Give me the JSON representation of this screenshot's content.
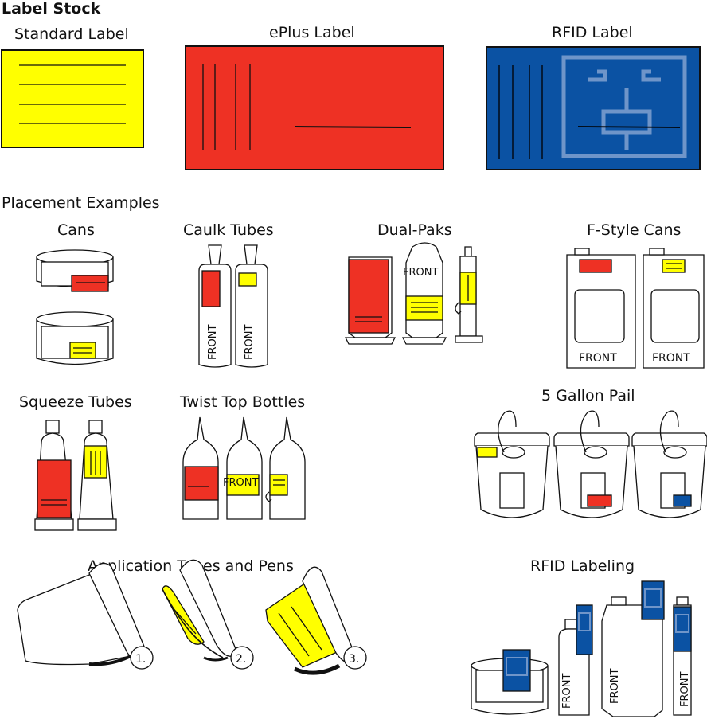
{
  "headings": {
    "label_stock": "Label Stock",
    "placement_examples": "Placement Examples"
  },
  "stock": {
    "standard": "Standard Label",
    "eplus": "ePlus Label",
    "rfid": "RFID Label"
  },
  "examples": {
    "cans": "Cans",
    "caulk_tubes": "Caulk Tubes",
    "dual_paks": "Dual-Paks",
    "f_style_cans": "F-Style Cans",
    "squeeze_tubes": "Squeeze Tubes",
    "twist_top_bottles": "Twist Top Bottles",
    "five_gallon_pail": "5 Gallon Pail",
    "application_tubes": "Application Tubes and Pens",
    "rfid_labeling": "RFID Labeling"
  },
  "markings": {
    "front": "FRONT",
    "step1": "1.",
    "step2": "2.",
    "step3": "3."
  },
  "colors": {
    "yellow": "#ffff00",
    "red": "#ee3124",
    "blue": "#0b52a3",
    "outline": "#111111"
  }
}
